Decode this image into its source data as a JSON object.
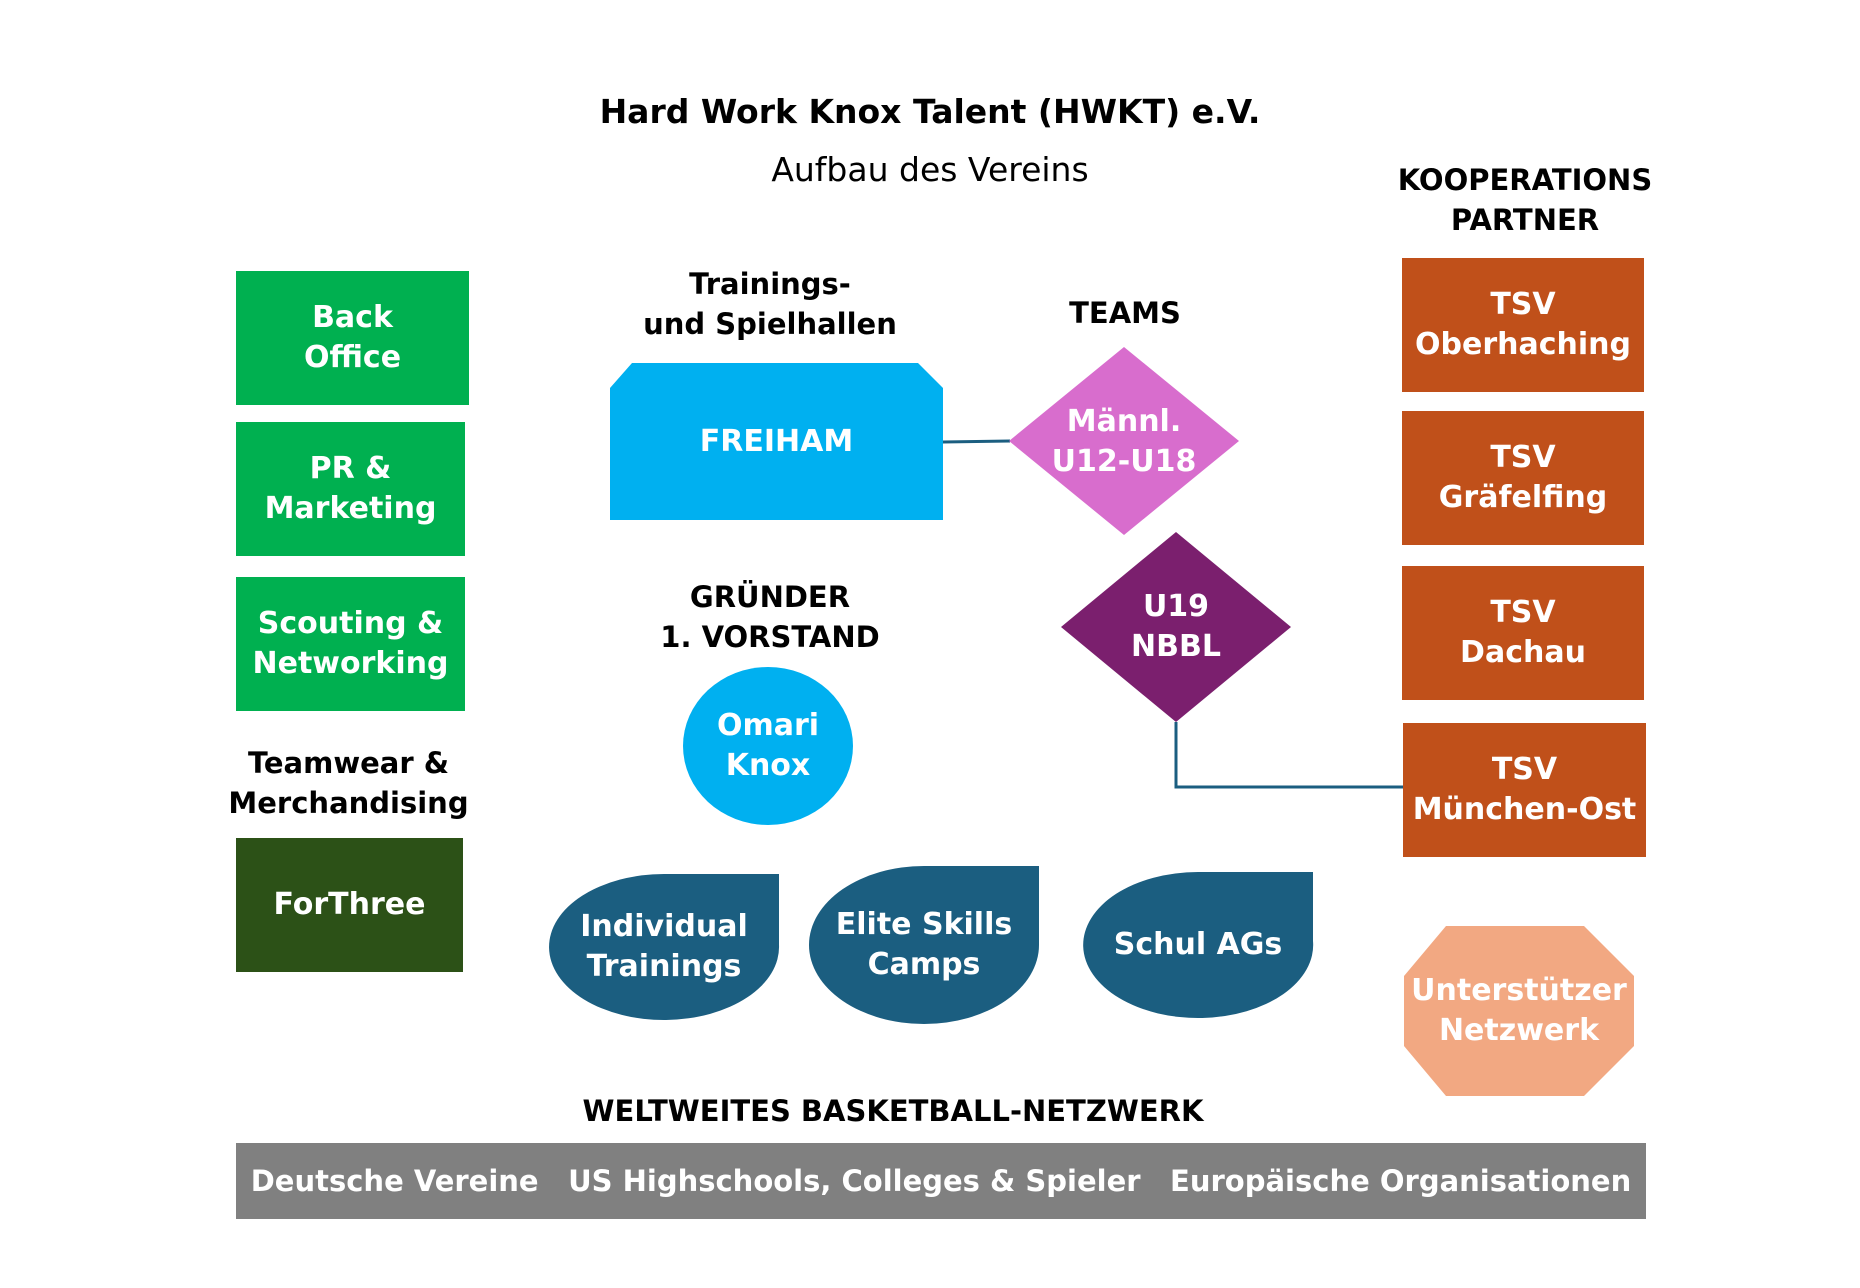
{
  "header": {
    "title": "Hard Work Knox Talent (HWKT) e.V.",
    "subtitle": "Aufbau des Vereins"
  },
  "left_column": {
    "items": [
      {
        "label": "Back\nOffice"
      },
      {
        "label": "PR &\nMarketing"
      },
      {
        "label": "Scouting &\nNetworking"
      }
    ],
    "teamwear_heading": "Teamwear &\nMerchandising",
    "teamwear_item": "ForThree"
  },
  "halls": {
    "heading": "Trainings-\nund Spielhallen",
    "hall": "FREIHAM"
  },
  "teams": {
    "heading": "TEAMS",
    "items": [
      {
        "label": "Männl.\nU12-U18"
      },
      {
        "label": "U19\nNBBL"
      }
    ]
  },
  "founder": {
    "heading": "GRÜNDER\n1. VORSTAND",
    "name": "Omari\nKnox"
  },
  "programs": [
    {
      "label": "Individual\nTrainings"
    },
    {
      "label": "Elite Skills\nCamps"
    },
    {
      "label": "Schul AGs"
    }
  ],
  "partners": {
    "heading": "KOOPERATIONS\nPARTNER",
    "items": [
      {
        "label": "TSV\nOberhaching"
      },
      {
        "label": "TSV\nGräfelfing"
      },
      {
        "label": "TSV\nDachau"
      },
      {
        "label": "TSV\nMünchen-Ost"
      }
    ],
    "supporter": "Unterstützer\nNetzwerk"
  },
  "network": {
    "heading": "WELTWEITES BASKETBALL-NETZWERK",
    "items": [
      {
        "label": "Deutsche Vereine"
      },
      {
        "label": "US Highschools, Colleges & Spieler"
      },
      {
        "label": "Europäische Organisationen"
      }
    ]
  },
  "colors": {
    "green": "#00b050",
    "dark_green": "#2c5117",
    "blue": "#00b0f0",
    "pink": "#d86dcd",
    "purple": "#7b1f6e",
    "teal": "#1b5e80",
    "orange": "#c0501a",
    "peach": "#f2a882",
    "gray": "#808080"
  }
}
